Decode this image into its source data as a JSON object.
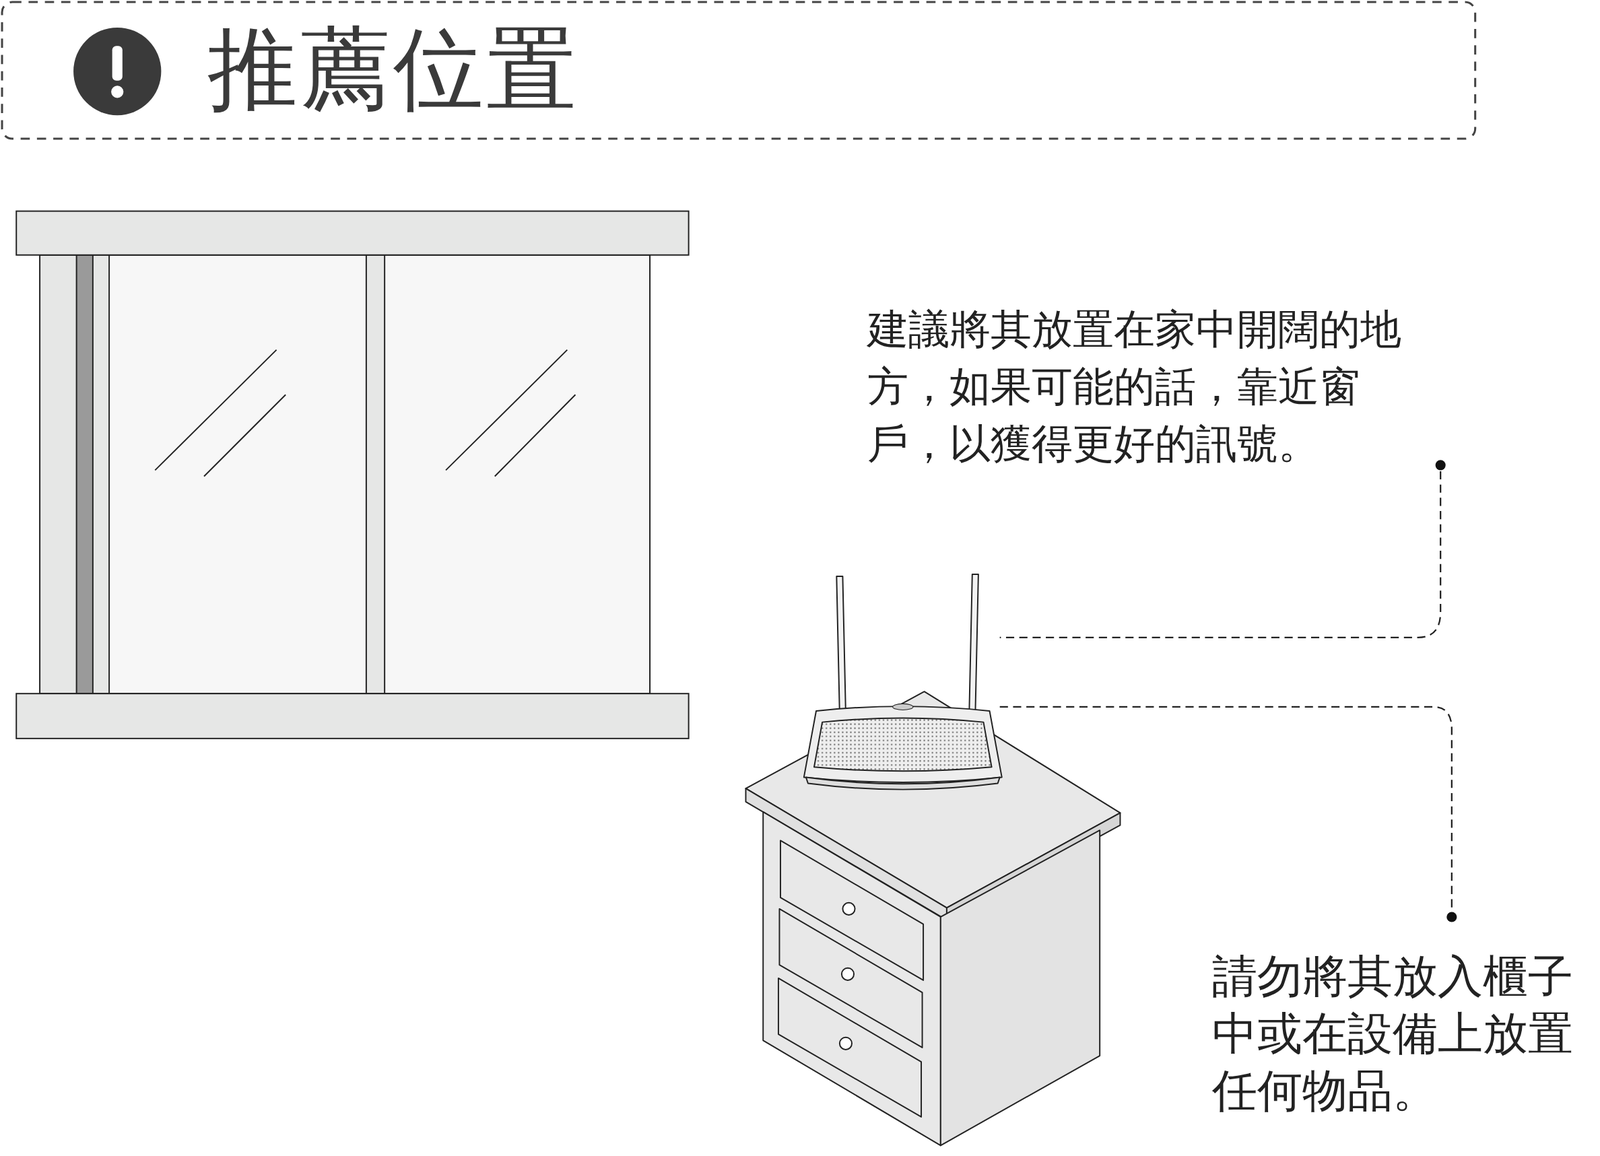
{
  "diagram": {
    "title": "推薦位置",
    "labels": [
      "建議將其放置在家中開闊的地方，如果可能的話，靠近窗戶，以獲得更好的訊號。",
      "請勿將其放入櫃子中或在設備上放置任何物品。"
    ]
  }
}
